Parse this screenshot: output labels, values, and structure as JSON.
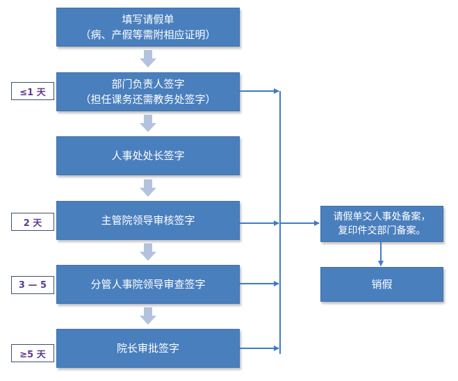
{
  "steps": [
    {
      "line1": "填写请假单",
      "line2": "（病、产假等需附相应证明）"
    },
    {
      "line1": "部门负责人签字",
      "line2": "（担任课务还需教务处签字）"
    },
    {
      "line1": "人事处处长签字",
      "line2": ""
    },
    {
      "line1": "主管院领导审核签字",
      "line2": ""
    },
    {
      "line1": "分管人事院领导审查签字",
      "line2": ""
    },
    {
      "line1": "院长审批签字",
      "line2": ""
    }
  ],
  "duration_labels": {
    "le_1_day": "≤1 天",
    "two_days": "2 天",
    "three_to_five": "3 — 5",
    "ge_5_days": "≥5 天"
  },
  "filing": {
    "line1": "请假单交人事处备案，",
    "line2": "复印件交部门备案。"
  },
  "cancel_leave": "销假",
  "colors": {
    "box_fill": "#4a7fbe",
    "box_text": "#ffffff",
    "connector": "#3f7ac4",
    "down_arrow": "#b3c3de",
    "label_text": "#5b3a8c"
  }
}
